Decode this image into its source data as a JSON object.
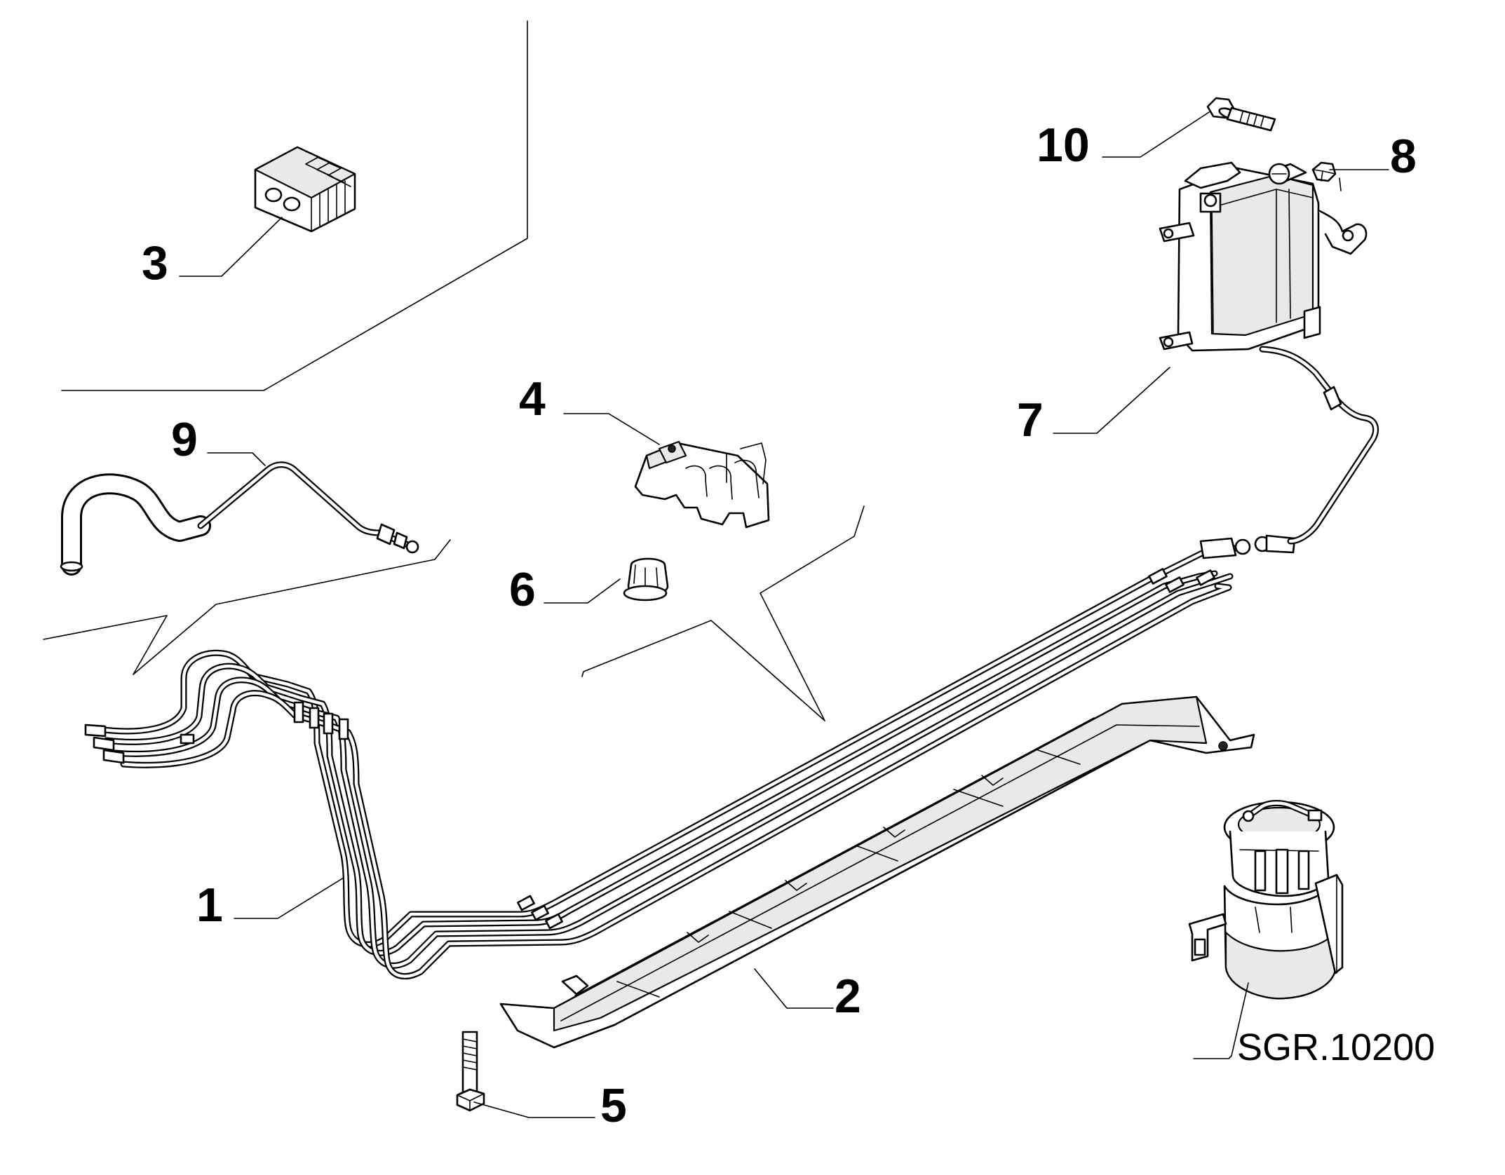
{
  "diagram": {
    "callouts": [
      {
        "id": "1",
        "label": "1"
      },
      {
        "id": "2",
        "label": "2"
      },
      {
        "id": "3",
        "label": "3"
      },
      {
        "id": "4",
        "label": "4"
      },
      {
        "id": "5",
        "label": "5"
      },
      {
        "id": "6",
        "label": "6"
      },
      {
        "id": "7",
        "label": "7"
      },
      {
        "id": "8",
        "label": "8"
      },
      {
        "id": "9",
        "label": "9"
      },
      {
        "id": "10",
        "label": "10"
      }
    ],
    "group_reference": "SGR.10200"
  }
}
